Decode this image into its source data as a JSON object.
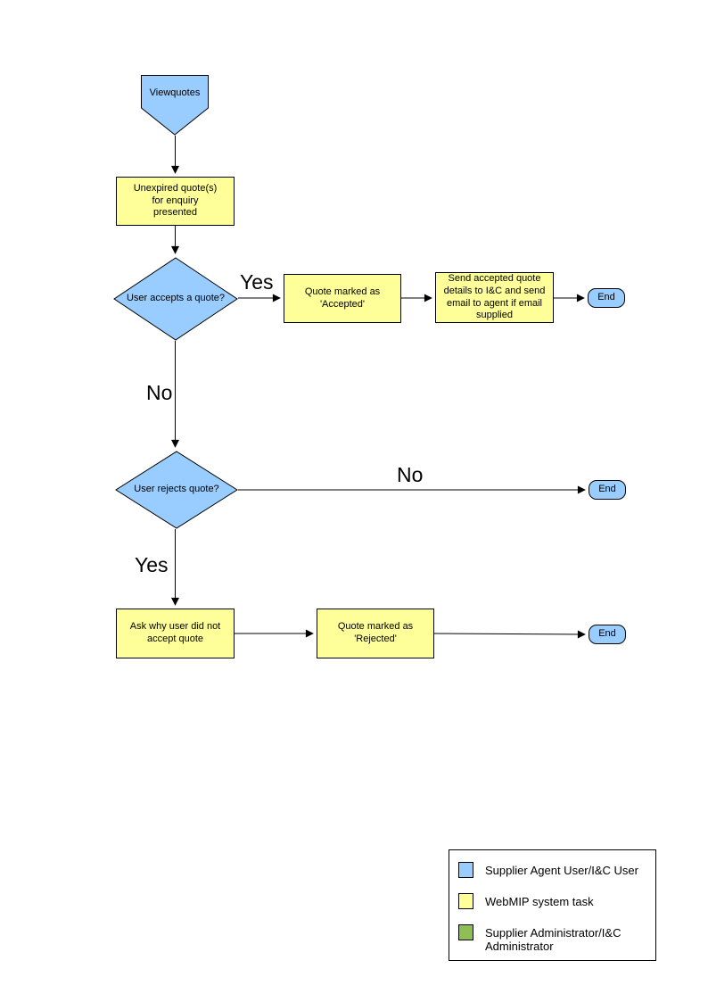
{
  "diagram": {
    "nodes": {
      "start": {
        "label": "Viewquotes"
      },
      "present_quotes": {
        "label": "Unexpired quote(s) for enquiry presented"
      },
      "accept_decision": {
        "label": "User accepts a quote?"
      },
      "mark_accepted": {
        "label": "Quote marked as 'Accepted'"
      },
      "send_details": {
        "label": "Send accepted quote details to I&C and send email to agent if email supplied"
      },
      "end_accept": {
        "label": "End"
      },
      "reject_decision": {
        "label": "User rejects quote?"
      },
      "end_no_reject": {
        "label": "End"
      },
      "ask_why": {
        "label": "Ask why user did not accept quote"
      },
      "mark_rejected": {
        "label": "Quote marked as 'Rejected'"
      },
      "end_reject": {
        "label": "End"
      }
    },
    "edge_labels": {
      "accept_yes": "Yes",
      "accept_no": "No",
      "reject_no": "No",
      "reject_yes": "Yes"
    }
  },
  "legend": {
    "items": [
      {
        "label": "Supplier Agent User/I&C User",
        "color": "#99CCFF"
      },
      {
        "label": "WebMIP system task",
        "color": "#FFFF99"
      },
      {
        "label": "Supplier Administrator/I&C Administrator",
        "color": "#8FBE55"
      }
    ]
  },
  "colors": {
    "user_shape_fill": "#99CCFF",
    "system_task_fill": "#FFFF99",
    "admin_fill": "#8FBE55",
    "line": "#000000"
  }
}
